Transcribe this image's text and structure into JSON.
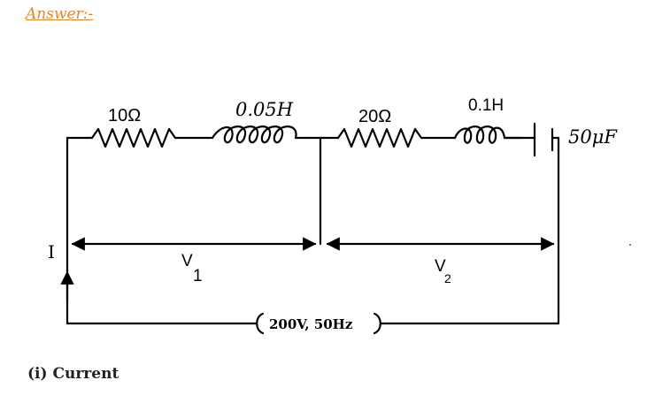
{
  "heading": "Answer:-",
  "caption": "(i) Current",
  "circuit": {
    "r1_label": "10Ω",
    "l1_label": "0.05H",
    "r2_label": "20Ω",
    "l2_label": "0.1H",
    "c_label": "50μF",
    "current_label": "I",
    "v1_label": "V",
    "v1_sub": "1",
    "v2_label": "V",
    "v2_sub": "2",
    "source_label": "200V, 50Hz"
  },
  "colors": {
    "heading": "#e8842c",
    "ink": "#000000"
  }
}
